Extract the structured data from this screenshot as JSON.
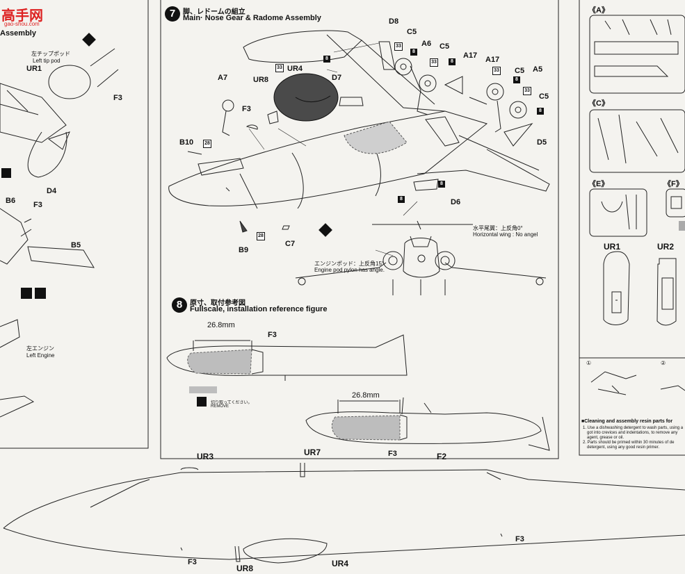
{
  "watermark": {
    "text": "高手网",
    "url": "gao-shou.com"
  },
  "left_panel": {
    "heading": "Assembly",
    "tip_pod_jp": "左チップポッド",
    "tip_pod_en": "Left tip pod",
    "engine_jp": "左エンジン",
    "engine_en": "Left Engine",
    "parts": [
      "UR1",
      "F3",
      "D4",
      "B6",
      "F3",
      "B5"
    ]
  },
  "step7": {
    "number": "7",
    "title_jp": "脚、レドームの組立",
    "title_en": "Main· Nose Gear & Radome Assembly",
    "parts": {
      "d8": "D8",
      "c5a": "C5",
      "a6": "A6",
      "c5b": "C5",
      "a17a": "A17",
      "a17b": "A17",
      "c5c": "C5",
      "a5": "A5",
      "c5d": "C5",
      "d5": "D5",
      "d6": "D6",
      "d7": "D7",
      "ur4": "UR4",
      "ur8": "UR8",
      "a7": "A7",
      "f3": "F3",
      "b10": "B10",
      "c7": "C7",
      "b9": "B9"
    },
    "badges": {
      "b33": "33",
      "b8": "8",
      "b28": "28"
    },
    "hwing_jp": "水平尾翼：上反角0°",
    "hwing_en": "Horizontal wing : No angel",
    "pylon_jp": "エンジンポッド：上反角15°",
    "pylon_en": "Engine pod pylon has angle."
  },
  "step8": {
    "number": "8",
    "title_jp": "原寸、取付参考図",
    "title_en": "Fullscale, installation reference figure",
    "dim1": "26.8mm",
    "dim2": "26.8mm",
    "f3a": "F3",
    "f3b": "F3",
    "remove_jp": "切り取ってください。",
    "remove_en": "REMOVE"
  },
  "bottom": {
    "ur3": "UR3",
    "ur7": "UR7",
    "f2": "F2",
    "f3a": "F3",
    "f3b": "F3",
    "ur8": "UR8",
    "ur4": "UR4"
  },
  "right_panel": {
    "sprue_a": "《A》",
    "sprue_c": "《C》",
    "sprue_e": "《E》",
    "sprue_f": "《F》",
    "ur1": "UR1",
    "ur2": "UR2",
    "cleaning_title": "■Cleaning and assembly resin parts for",
    "cleaning_1": "1. Use a dishwashing detergent to wash parts, using a",
    "cleaning_1b": "got into crevices and indentations, to remove any",
    "cleaning_1c": "agent, grease or oil.",
    "cleaning_2": "2. Parts should be primed within 30 minutes of de",
    "cleaning_2b": "detergent, using any good resin primer.",
    "circle1": "①",
    "circle2": "②"
  }
}
